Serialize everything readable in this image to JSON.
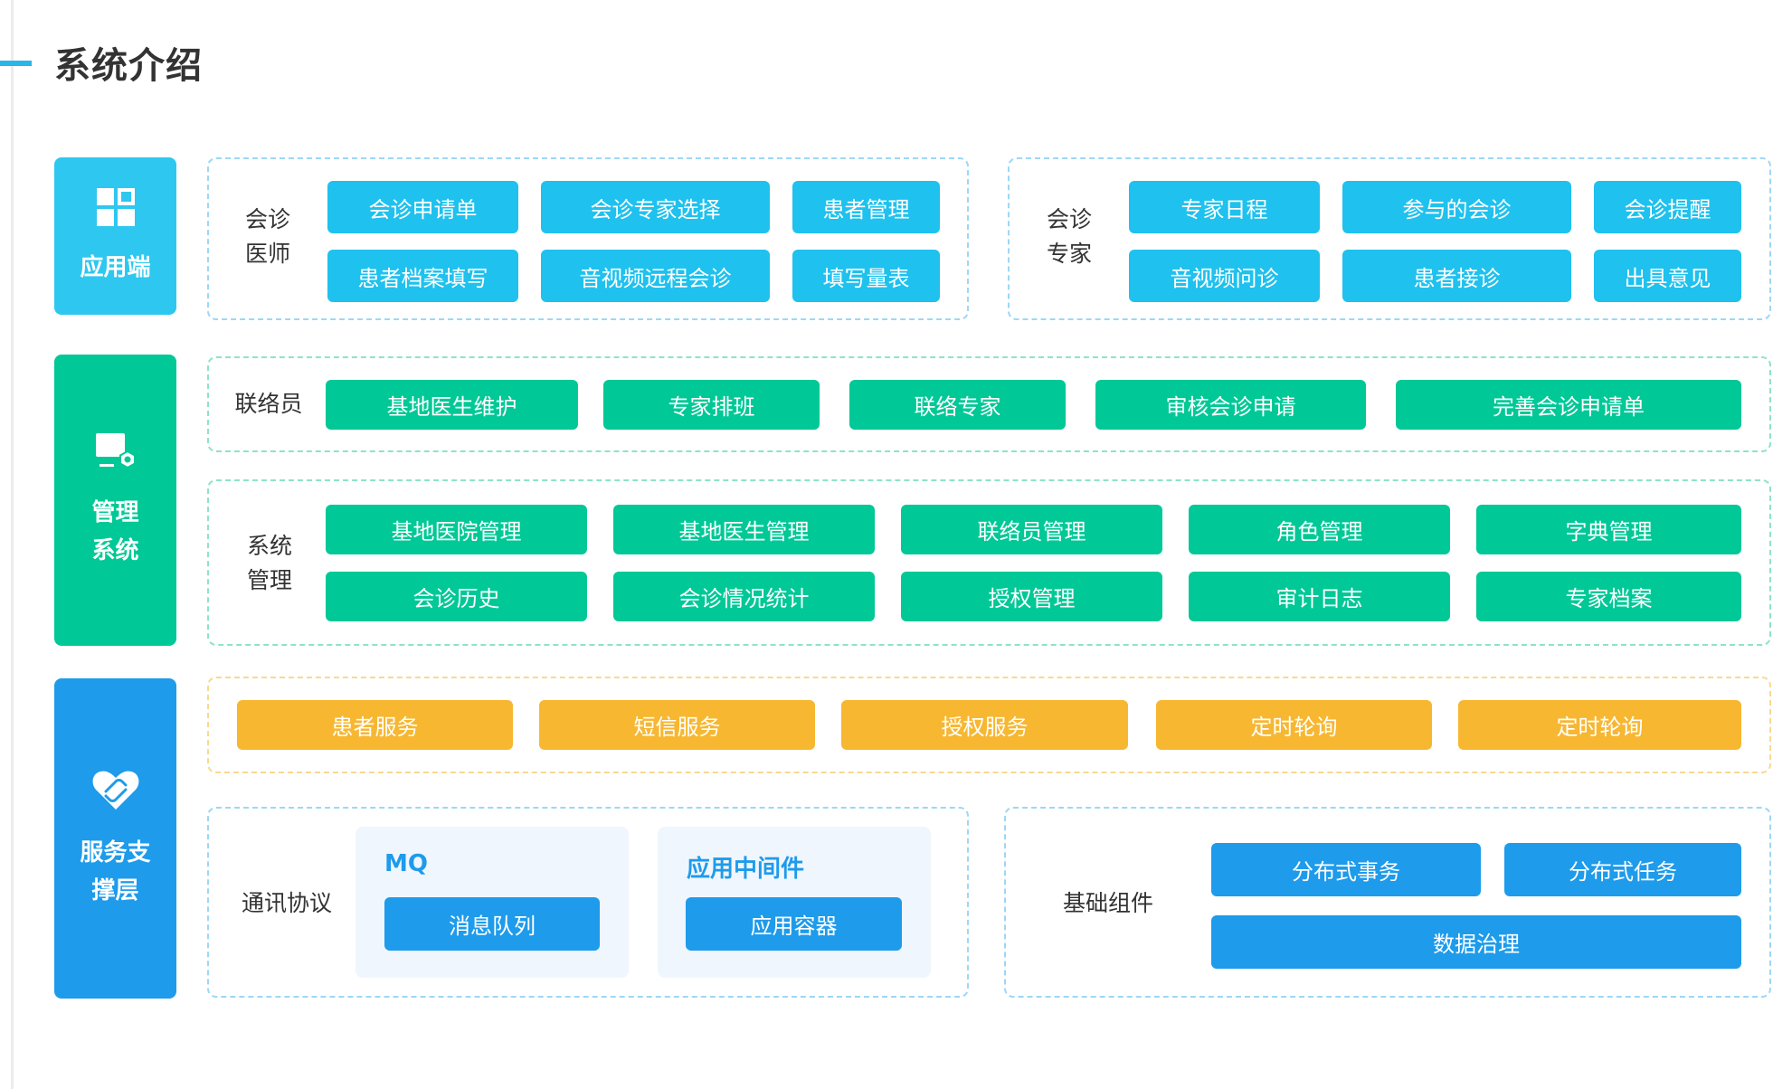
{
  "page": {
    "title": "系统介绍"
  },
  "colors": {
    "accent": "#29b6e8",
    "app_layer": "#2EC7F0",
    "management_layer": "#00C896",
    "service_layer": "#1E9BEB",
    "service_buttons": "#F7B731"
  },
  "layers": {
    "app": {
      "label": "应用端",
      "icon": "grid-icon",
      "doctor": {
        "label": "会诊医师",
        "buttons": [
          "会诊申请单",
          "会诊专家选择",
          "患者管理",
          "患者档案填写",
          "音视频远程会诊",
          "填写量表"
        ]
      },
      "expert": {
        "label": "会诊专家",
        "buttons": [
          "专家日程",
          "参与的会诊",
          "会诊提醒",
          "音视频问诊",
          "患者接诊",
          "出具意见"
        ]
      }
    },
    "management": {
      "label": "管理系统",
      "icon": "monitor-settings-icon",
      "liaison": {
        "label": "联络员",
        "buttons": [
          "基地医生维护",
          "专家排班",
          "联络专家",
          "审核会诊申请",
          "完善会诊申请单"
        ]
      },
      "system": {
        "label": "系统管理",
        "buttons": [
          "基地医院管理",
          "基地医生管理",
          "联络员管理",
          "角色管理",
          "字典管理",
          "会诊历史",
          "会诊情况统计",
          "授权管理",
          "审计日志",
          "专家档案"
        ]
      }
    },
    "service": {
      "label": "服务支撑层",
      "icon": "heart-handshake-icon",
      "services": [
        "患者服务",
        "短信服务",
        "授权服务",
        "定时轮询",
        "定时轮询"
      ],
      "protocol": {
        "label": "通讯协议",
        "mq": {
          "title": "MQ",
          "button": "消息队列"
        },
        "middleware": {
          "title": "应用中间件",
          "button": "应用容器"
        }
      },
      "foundation": {
        "label": "基础组件",
        "buttons": [
          "分布式事务",
          "分布式任务",
          "数据治理"
        ]
      }
    }
  }
}
